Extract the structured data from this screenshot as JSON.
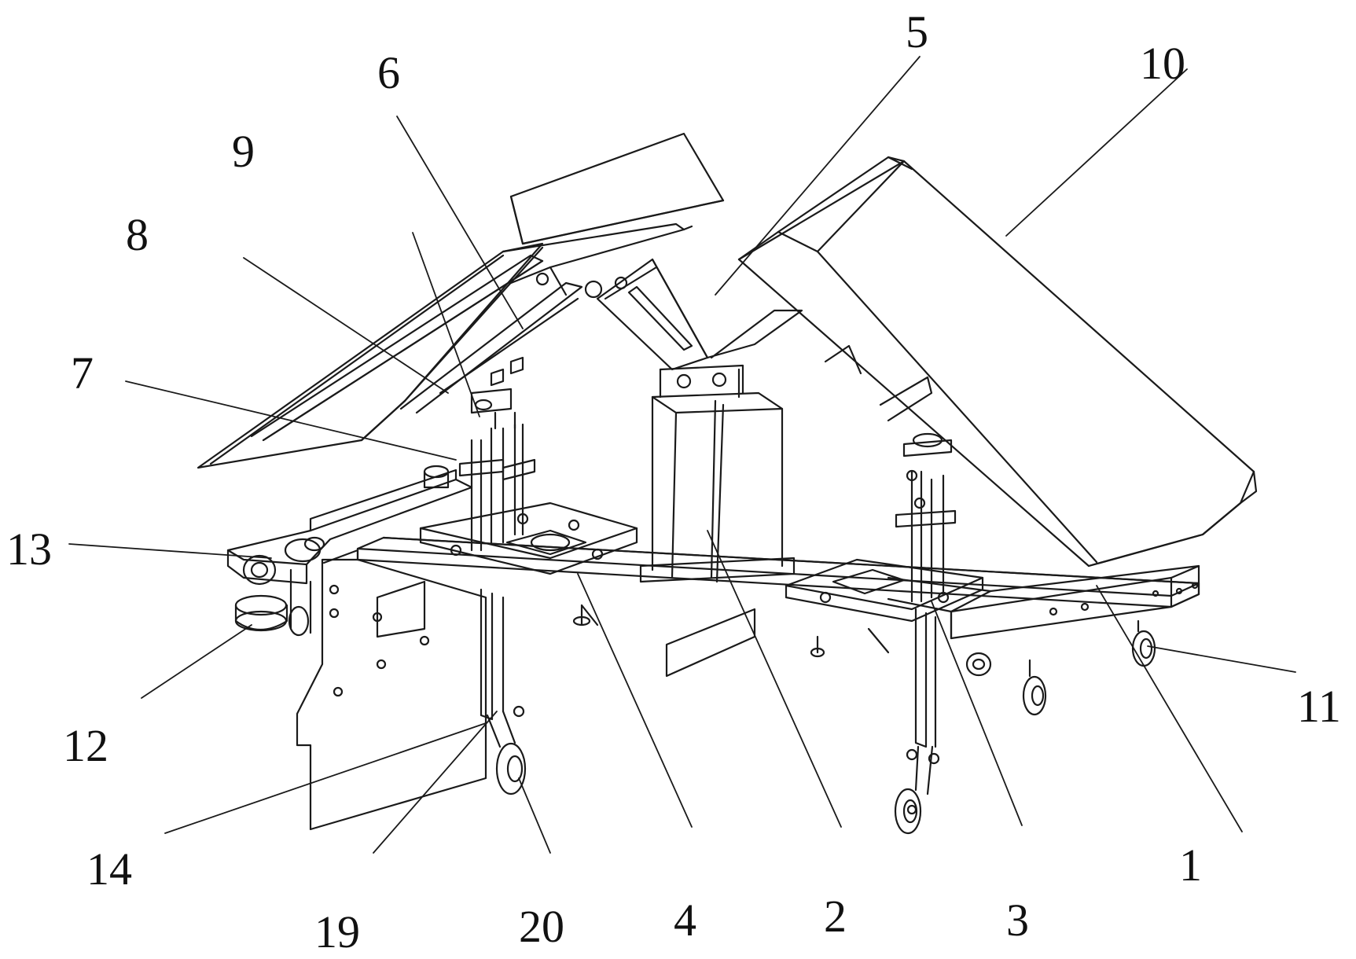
{
  "colors": {
    "line": "#1a1a1a",
    "background": "#ffffff"
  },
  "labels": {
    "l1": "1",
    "l2": "2",
    "l3": "3",
    "l4": "4",
    "l5": "5",
    "l6": "6",
    "l7": "7",
    "l8": "8",
    "l9": "9",
    "l10": "10",
    "l11": "11",
    "l12": "12",
    "l13": "13",
    "l14": "14",
    "l19": "19",
    "l20": "20"
  }
}
